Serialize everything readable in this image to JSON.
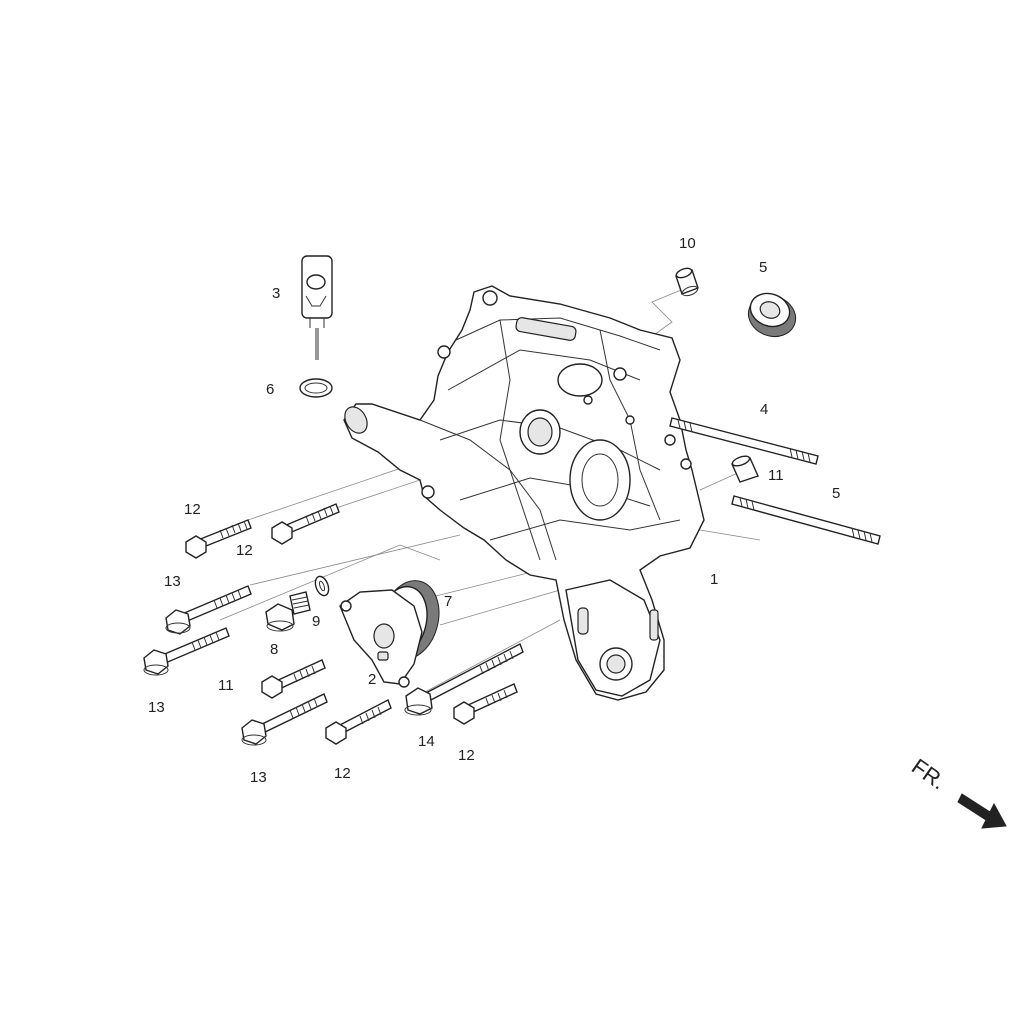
{
  "diagram": {
    "direction_label": "FR.",
    "callouts": [
      {
        "id": "c10",
        "text": "10"
      },
      {
        "id": "c5a",
        "text": "5"
      },
      {
        "id": "c3",
        "text": "3"
      },
      {
        "id": "c6",
        "text": "6"
      },
      {
        "id": "c4",
        "text": "4"
      },
      {
        "id": "c11a",
        "text": "11"
      },
      {
        "id": "c5b",
        "text": "5"
      },
      {
        "id": "c1",
        "text": "1"
      },
      {
        "id": "c12a",
        "text": "12"
      },
      {
        "id": "c12b",
        "text": "12"
      },
      {
        "id": "c13a",
        "text": "13"
      },
      {
        "id": "c7",
        "text": "7"
      },
      {
        "id": "c9",
        "text": "9"
      },
      {
        "id": "c8",
        "text": "8"
      },
      {
        "id": "c13b",
        "text": "13"
      },
      {
        "id": "c11b",
        "text": "11"
      },
      {
        "id": "c2",
        "text": "2"
      },
      {
        "id": "c14",
        "text": "14"
      },
      {
        "id": "c12c",
        "text": "12"
      },
      {
        "id": "c13c",
        "text": "13"
      },
      {
        "id": "c12d",
        "text": "12"
      }
    ]
  }
}
